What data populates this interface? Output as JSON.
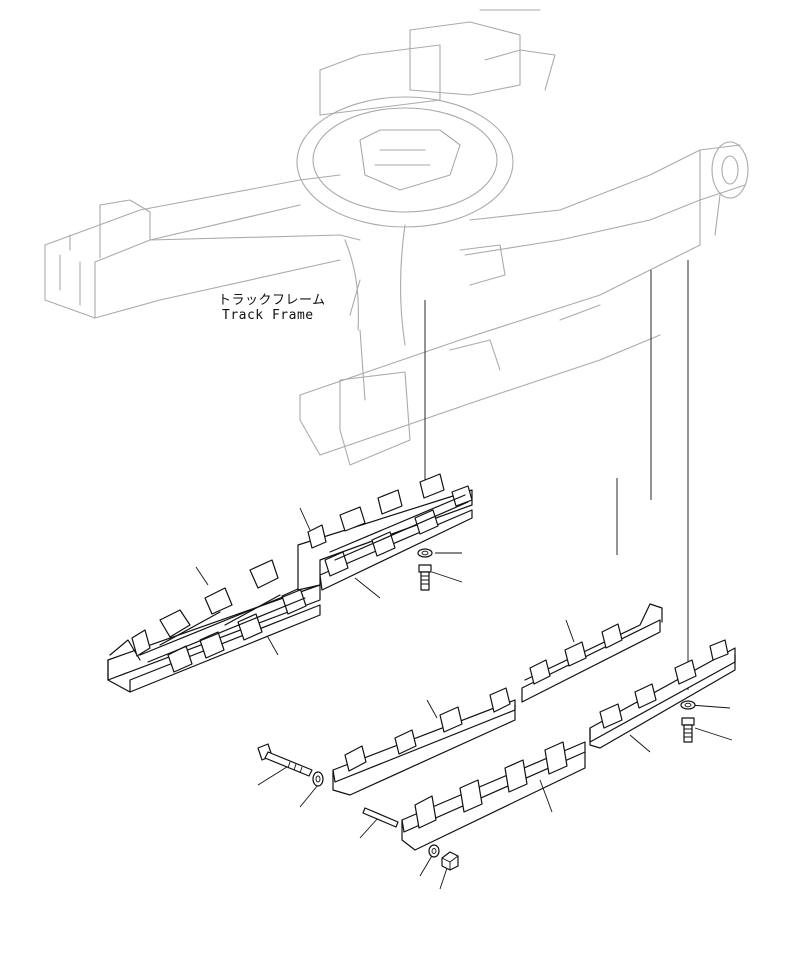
{
  "diagram": {
    "frame_label_jp": "トラックフレーム",
    "frame_label_en": "Track Frame"
  },
  "parts": [
    {
      "name": "track-guard-upper-rear"
    },
    {
      "name": "track-guard-upper-front"
    },
    {
      "name": "track-guard-lower-rear"
    },
    {
      "name": "track-guard-lower-front"
    },
    {
      "name": "bolt"
    },
    {
      "name": "washer"
    },
    {
      "name": "nut"
    },
    {
      "name": "pin"
    }
  ]
}
